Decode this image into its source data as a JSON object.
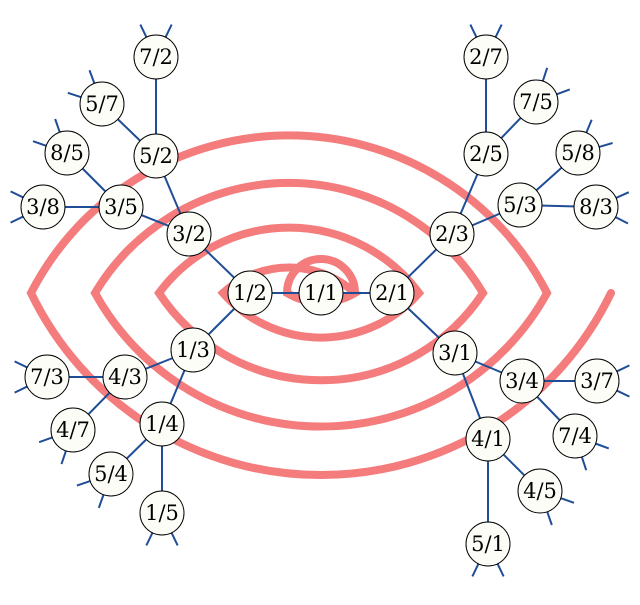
{
  "colors": {
    "spiral": "#f47c7c",
    "edge": "#1f4e96",
    "node_fill": "#fdfdf8",
    "node_stroke": "#000000",
    "label": "#000000"
  },
  "nodes": [
    {
      "id": "n-1-1",
      "label": "1/1"
    },
    {
      "id": "n-1-2",
      "label": "1/2"
    },
    {
      "id": "n-2-1",
      "label": "2/1"
    },
    {
      "id": "n-1-3",
      "label": "1/3"
    },
    {
      "id": "n-3-2",
      "label": "3/2"
    },
    {
      "id": "n-2-3",
      "label": "2/3"
    },
    {
      "id": "n-3-1",
      "label": "3/1"
    },
    {
      "id": "n-1-4",
      "label": "1/4"
    },
    {
      "id": "n-4-3",
      "label": "4/3"
    },
    {
      "id": "n-3-5",
      "label": "3/5"
    },
    {
      "id": "n-5-2",
      "label": "5/2"
    },
    {
      "id": "n-2-5",
      "label": "2/5"
    },
    {
      "id": "n-5-3",
      "label": "5/3"
    },
    {
      "id": "n-3-4",
      "label": "3/4"
    },
    {
      "id": "n-4-1",
      "label": "4/1"
    },
    {
      "id": "n-1-5",
      "label": "1/5"
    },
    {
      "id": "n-5-4",
      "label": "5/4"
    },
    {
      "id": "n-4-7",
      "label": "4/7"
    },
    {
      "id": "n-7-3",
      "label": "7/3"
    },
    {
      "id": "n-3-8",
      "label": "3/8"
    },
    {
      "id": "n-8-5",
      "label": "8/5"
    },
    {
      "id": "n-5-7",
      "label": "5/7"
    },
    {
      "id": "n-7-2",
      "label": "7/2"
    },
    {
      "id": "n-2-7",
      "label": "2/7"
    },
    {
      "id": "n-7-5",
      "label": "7/5"
    },
    {
      "id": "n-5-8",
      "label": "5/8"
    },
    {
      "id": "n-8-3",
      "label": "8/3"
    },
    {
      "id": "n-3-7",
      "label": "3/7"
    },
    {
      "id": "n-7-4",
      "label": "7/4"
    },
    {
      "id": "n-4-5",
      "label": "4/5"
    },
    {
      "id": "n-5-1",
      "label": "5/1"
    }
  ],
  "edges": [
    [
      "n-1-1",
      "n-1-2"
    ],
    [
      "n-1-1",
      "n-2-1"
    ],
    [
      "n-1-2",
      "n-1-3"
    ],
    [
      "n-1-2",
      "n-3-2"
    ],
    [
      "n-2-1",
      "n-2-3"
    ],
    [
      "n-2-1",
      "n-3-1"
    ],
    [
      "n-1-3",
      "n-1-4"
    ],
    [
      "n-1-3",
      "n-4-3"
    ],
    [
      "n-3-2",
      "n-3-5"
    ],
    [
      "n-3-2",
      "n-5-2"
    ],
    [
      "n-2-3",
      "n-2-5"
    ],
    [
      "n-2-3",
      "n-5-3"
    ],
    [
      "n-3-1",
      "n-3-4"
    ],
    [
      "n-3-1",
      "n-4-1"
    ],
    [
      "n-1-4",
      "n-1-5"
    ],
    [
      "n-1-4",
      "n-5-4"
    ],
    [
      "n-4-3",
      "n-4-7"
    ],
    [
      "n-4-3",
      "n-7-3"
    ],
    [
      "n-3-5",
      "n-3-8"
    ],
    [
      "n-3-5",
      "n-8-5"
    ],
    [
      "n-5-2",
      "n-5-7"
    ],
    [
      "n-5-2",
      "n-7-2"
    ],
    [
      "n-2-5",
      "n-2-7"
    ],
    [
      "n-2-5",
      "n-7-5"
    ],
    [
      "n-5-3",
      "n-5-8"
    ],
    [
      "n-5-3",
      "n-8-3"
    ],
    [
      "n-3-4",
      "n-3-7"
    ],
    [
      "n-3-4",
      "n-7-4"
    ],
    [
      "n-4-1",
      "n-4-5"
    ],
    [
      "n-4-1",
      "n-5-1"
    ]
  ]
}
